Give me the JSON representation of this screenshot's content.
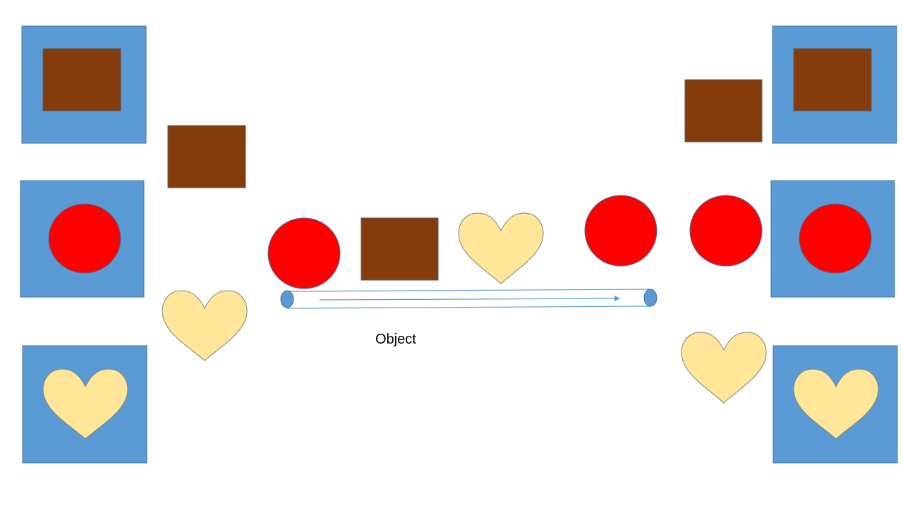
{
  "diagram": {
    "label": "Object",
    "colors": {
      "background": "#ffffff",
      "bin_fill": "#5b9bd5",
      "bin_stroke": "#41719c",
      "square_fill": "#843c0c",
      "square_stroke": "#5a5a5a",
      "circle_fill": "#ff0000",
      "circle_stroke": "#41719c",
      "heart_fill": "#ffe699",
      "heart_stroke": "#7f7f7f",
      "belt_stroke": "#5b9bd5",
      "belt_end_fill": "#5b9bd5",
      "text": "#000000"
    },
    "shapes": {
      "bins": [
        "square-bin",
        "circle-bin",
        "heart-bin",
        "square-bin",
        "circle-bin",
        "heart-bin"
      ],
      "objects": [
        "square",
        "heart",
        "circle",
        "square",
        "heart",
        "circle",
        "square",
        "circle",
        "heart"
      ]
    }
  }
}
